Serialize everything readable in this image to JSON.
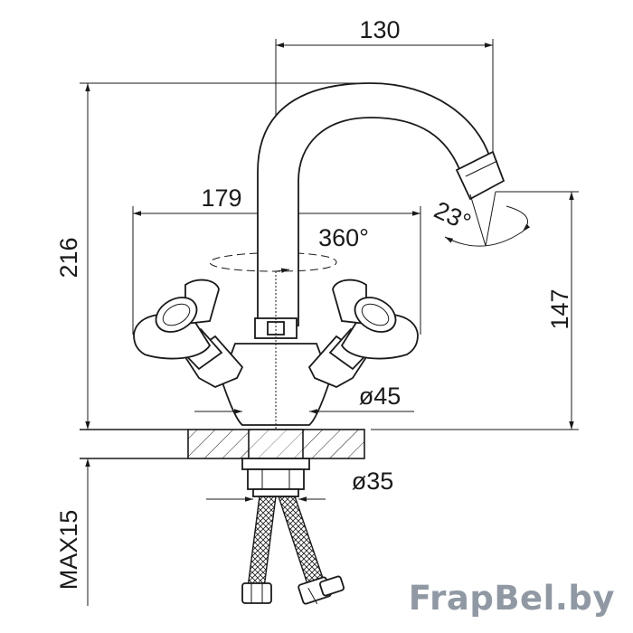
{
  "dimensions": {
    "spout_reach": "130",
    "total_height": "216",
    "handle_span": "179",
    "rotation": "360°",
    "spout_angle": "23°",
    "spout_height": "147",
    "base_diameter": "ø45",
    "shank_diameter": "ø35",
    "max_thickness": "MAX15"
  },
  "watermark": "FrapBel.by"
}
